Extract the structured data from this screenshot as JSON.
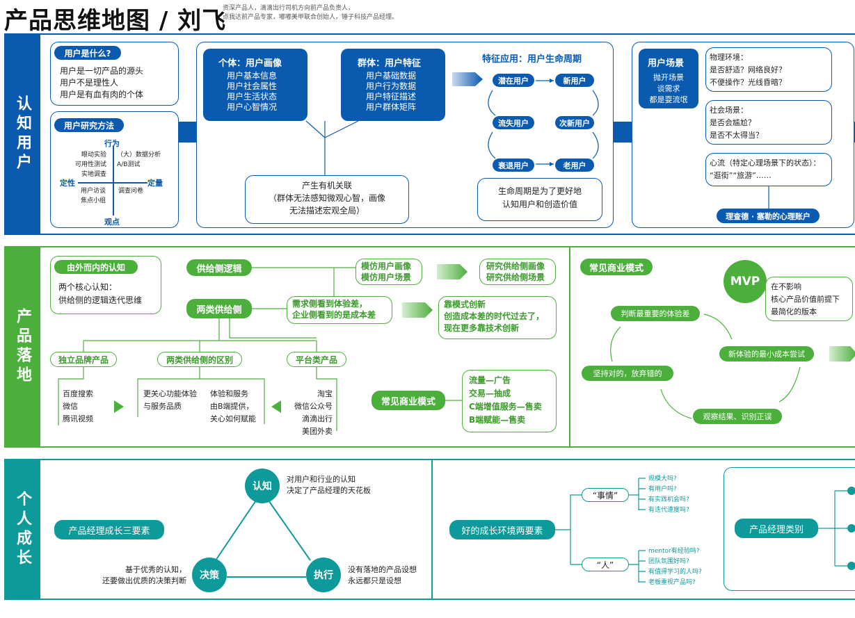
{
  "header": {
    "title": "产品思维地图 / 刘飞",
    "subtitle": "资深产品人，滴滴出行司机方向前产品负责人，\n点我达前产品专家，嘟嘟美甲联合创始人，锤子科技产品经理。"
  },
  "colors": {
    "blue": "#0a5ab0",
    "green": "#4caf3c",
    "teal": "#0e9a9a"
  },
  "s1": {
    "label": "认知用户",
    "what_is_user": {
      "title": "用户是什么?",
      "lines": "用户是一切产品的源头\n用户不是理性人\n用户是有血有肉的个体"
    },
    "research": {
      "title": "用户研究方法",
      "top": "行为",
      "bottom": "观点",
      "left": "定性",
      "right": "定量",
      "q1": "眼动实验\n可用性测试\n实地调查",
      "q2": "（大）数据分析\nA/B测试",
      "q3": "用户访谈\n焦点小组",
      "q4": "调查问卷"
    },
    "individual": {
      "title": "个体：用户画像",
      "lines": "用户基本信息\n用户社会属性\n用户生活状态\n用户心智情况"
    },
    "group": {
      "title": "群体：用户特征",
      "lines": "用户基础数据\n用户行为数据\n用户特征描述\n用户群体矩阵"
    },
    "relation": "产生有机关联\n（群体无法感知微观心智，画像\n无法描述宏观全局）",
    "lifecycle": {
      "title": "特征应用：用户生命周期",
      "nodes": [
        "潜在用户",
        "新用户",
        "流失用户",
        "次新用户",
        "衰退用户",
        "老用户"
      ],
      "note": "生命周期是为了更好地\n认知用户和创造价值"
    },
    "scene": {
      "title": "用户场景",
      "desc": "抛开场景\n谈需求\n都是耍流氓",
      "physical": "物理环境：\n是否舒适？网络良好？\n不便操作？光线昏暗？",
      "social": "社会场景：\n是否会尴尬？\n是否不太得当？",
      "flow": "心流（特定心理场景下的状态）：\n“逛街”“旅游”……",
      "thaler": "理查德 · 塞勒的心理账户"
    }
  },
  "s2": {
    "label": "产品落地",
    "outside_in": {
      "title": "由外而内的认知",
      "lines": "两个核心认知：\n供给侧的逻辑迭代思维"
    },
    "supply_logic": "供给侧逻辑",
    "imitate": "模仿用户画像\n模仿用户场景",
    "research_supply": "研究供给侧画像\n研究供给侧场景",
    "two_supply": "两类供给侧",
    "demand_cost": "需求侧看到体验差，\n企业侧看到的是成本差",
    "model_innovation": "靠模式创新\n创造成本差的时代过去了，\n现在更多靠技术创新",
    "brand": {
      "title": "独立品牌产品",
      "items": "百度搜索\n微信\n腾讯视频"
    },
    "diff": {
      "title": "两类供给侧的区别",
      "left": "更关心功能体验\n与服务品质",
      "right": "体验和服务\n由B端提供，\n关心如何赋能"
    },
    "platform": {
      "title": "平台类产品",
      "items": "淘宝\n微信公众号\n滴滴出行\n美团外卖"
    },
    "biz_left": {
      "title": "常见商业模式",
      "items": "流量—广告\n交易—抽成\nC端增值服务—售卖\nB端赋能—售卖"
    },
    "biz_right": {
      "title": "常见商业模式",
      "mvp": "MVP",
      "mvp_desc": "在不影响\n核心产品价值前提下\n最简化的版本",
      "judge": "判断最重要的体验差",
      "try": "新体验的最小成本尝试",
      "observe": "观察结果、识别正误",
      "keep": "坚持对的，放弃错的"
    }
  },
  "s3": {
    "label": "个人成长",
    "three": "产品经理成长三要素",
    "cognition": "认知",
    "cognition_desc": "对用户和行业的认知\n决定了产品经理的天花板",
    "decision": "决策",
    "decision_desc": "基于优秀的认知，\n还要做出优质的决策判断",
    "execution": "执行",
    "execution_desc": "没有落地的产品设想\n永远都只是设想",
    "env": "好的成长环境两要素",
    "affair": "“事情”",
    "affair_items": "规模大吗?\n有用户吗?\n有实践机会吗?\n有迭代速度吗?",
    "person": "“人”",
    "person_items": "mentor有经验吗?\n团队氛围好吗?\n有值得学习的人吗?\n老板重视产品吗?",
    "pm_types": "产品经理类别"
  }
}
